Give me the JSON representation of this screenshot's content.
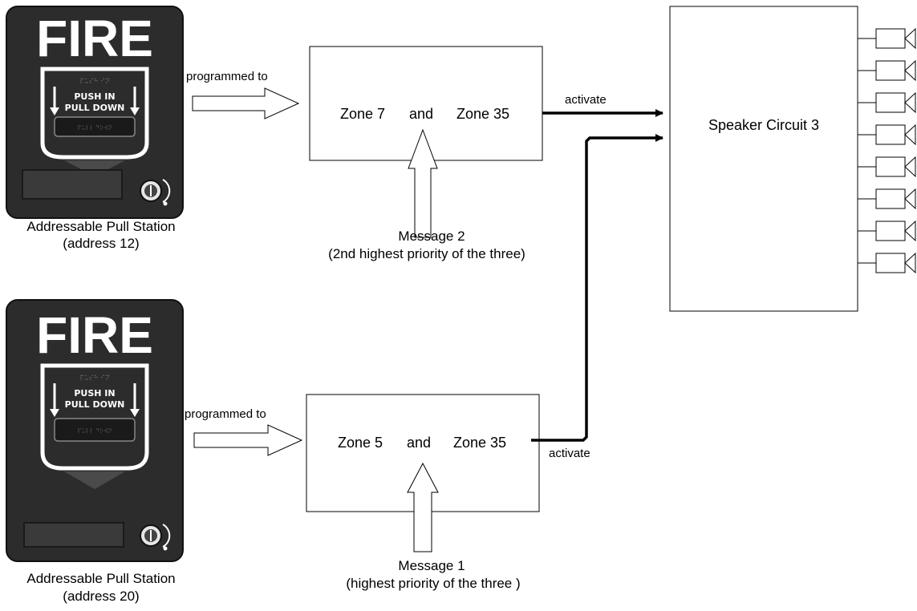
{
  "colors": {
    "device_body": "#2c2c2c",
    "device_frame": "#ffffff",
    "line": "#000000",
    "background": "#ffffff"
  },
  "pull_stations": [
    {
      "title": "FIRE",
      "instruction_line1": "PUSH  IN",
      "instruction_line2": "PULL DOWN",
      "label_line1": "Addressable Pull Station",
      "label_line2": "(address 12)"
    },
    {
      "title": "FIRE",
      "instruction_line1": "PUSH  IN",
      "instruction_line2": "PULL DOWN",
      "label_line1": "Addressable Pull Station",
      "label_line2": "(address 20)"
    }
  ],
  "connections": {
    "programmed_to_top": "programmed to",
    "programmed_to_bottom": "programmed to",
    "activate_top": "activate",
    "activate_bottom": "activate"
  },
  "zone_boxes": [
    {
      "zone_a": "Zone 7",
      "conj": "and",
      "zone_b": "Zone 35"
    },
    {
      "zone_a": "Zone 5",
      "conj": "and",
      "zone_b": "Zone 35"
    }
  ],
  "messages": [
    {
      "line1": "Message 2",
      "line2": "(2nd highest priority of the three)"
    },
    {
      "line1": "Message 1",
      "line2": "(highest priority of the three )"
    }
  ],
  "speaker_circuit": {
    "label": "Speaker Circuit 3",
    "speaker_count": 8
  },
  "icons": [
    "pull-station-icon",
    "key-lock-icon",
    "speaker-icon",
    "hollow-arrow-icon"
  ]
}
